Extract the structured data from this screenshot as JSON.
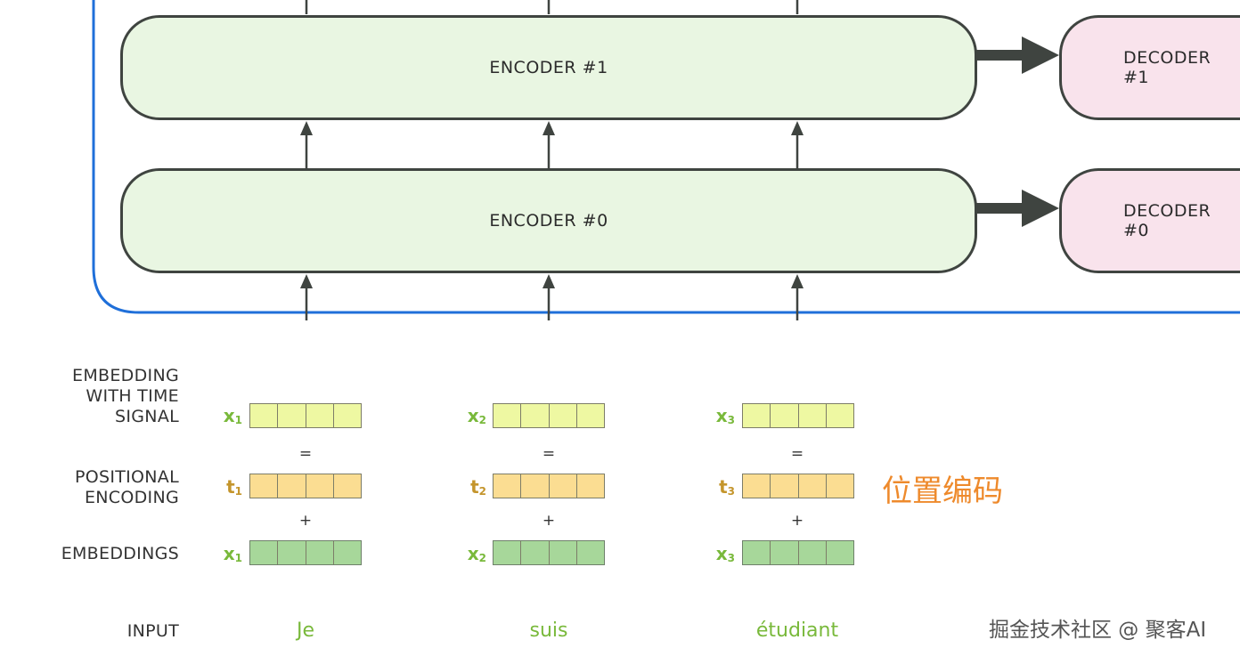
{
  "encoders": [
    {
      "label": "ENCODER #1"
    },
    {
      "label": "ENCODER #0"
    }
  ],
  "decoders": [
    {
      "label": "DECODER #1"
    },
    {
      "label": "DECODER #0"
    }
  ],
  "row_labels": {
    "embedding_with_time_signal": [
      "EMBEDDING",
      "WITH TIME",
      "SIGNAL"
    ],
    "positional_encoding": [
      "POSITIONAL",
      "ENCODING"
    ],
    "embeddings": "EMBEDDINGS",
    "input": "INPUT"
  },
  "tokens": [
    {
      "word": "Je",
      "x_name": "x",
      "t_name": "t",
      "index": "1"
    },
    {
      "word": "suis",
      "x_name": "x",
      "t_name": "t",
      "index": "2"
    },
    {
      "word": "étudiant",
      "x_name": "x",
      "t_name": "t",
      "index": "3"
    }
  ],
  "operators": {
    "equals": "=",
    "plus": "+"
  },
  "annotation": "位置编码",
  "watermark": "掘金技术社区 @ 聚客AI",
  "colors": {
    "encoder_fill": "#e9f6e2",
    "decoder_fill": "#f9e3ec",
    "outline": "#3f4440",
    "container_line": "#1f6fd9",
    "time_signal_vector": "#eef8a2",
    "positional_vector": "#fbdd92",
    "embedding_vector": "#a7d79a",
    "token_text": "#79b93b",
    "positional_label": "#c4952c",
    "annotation": "#ee8a2c"
  }
}
